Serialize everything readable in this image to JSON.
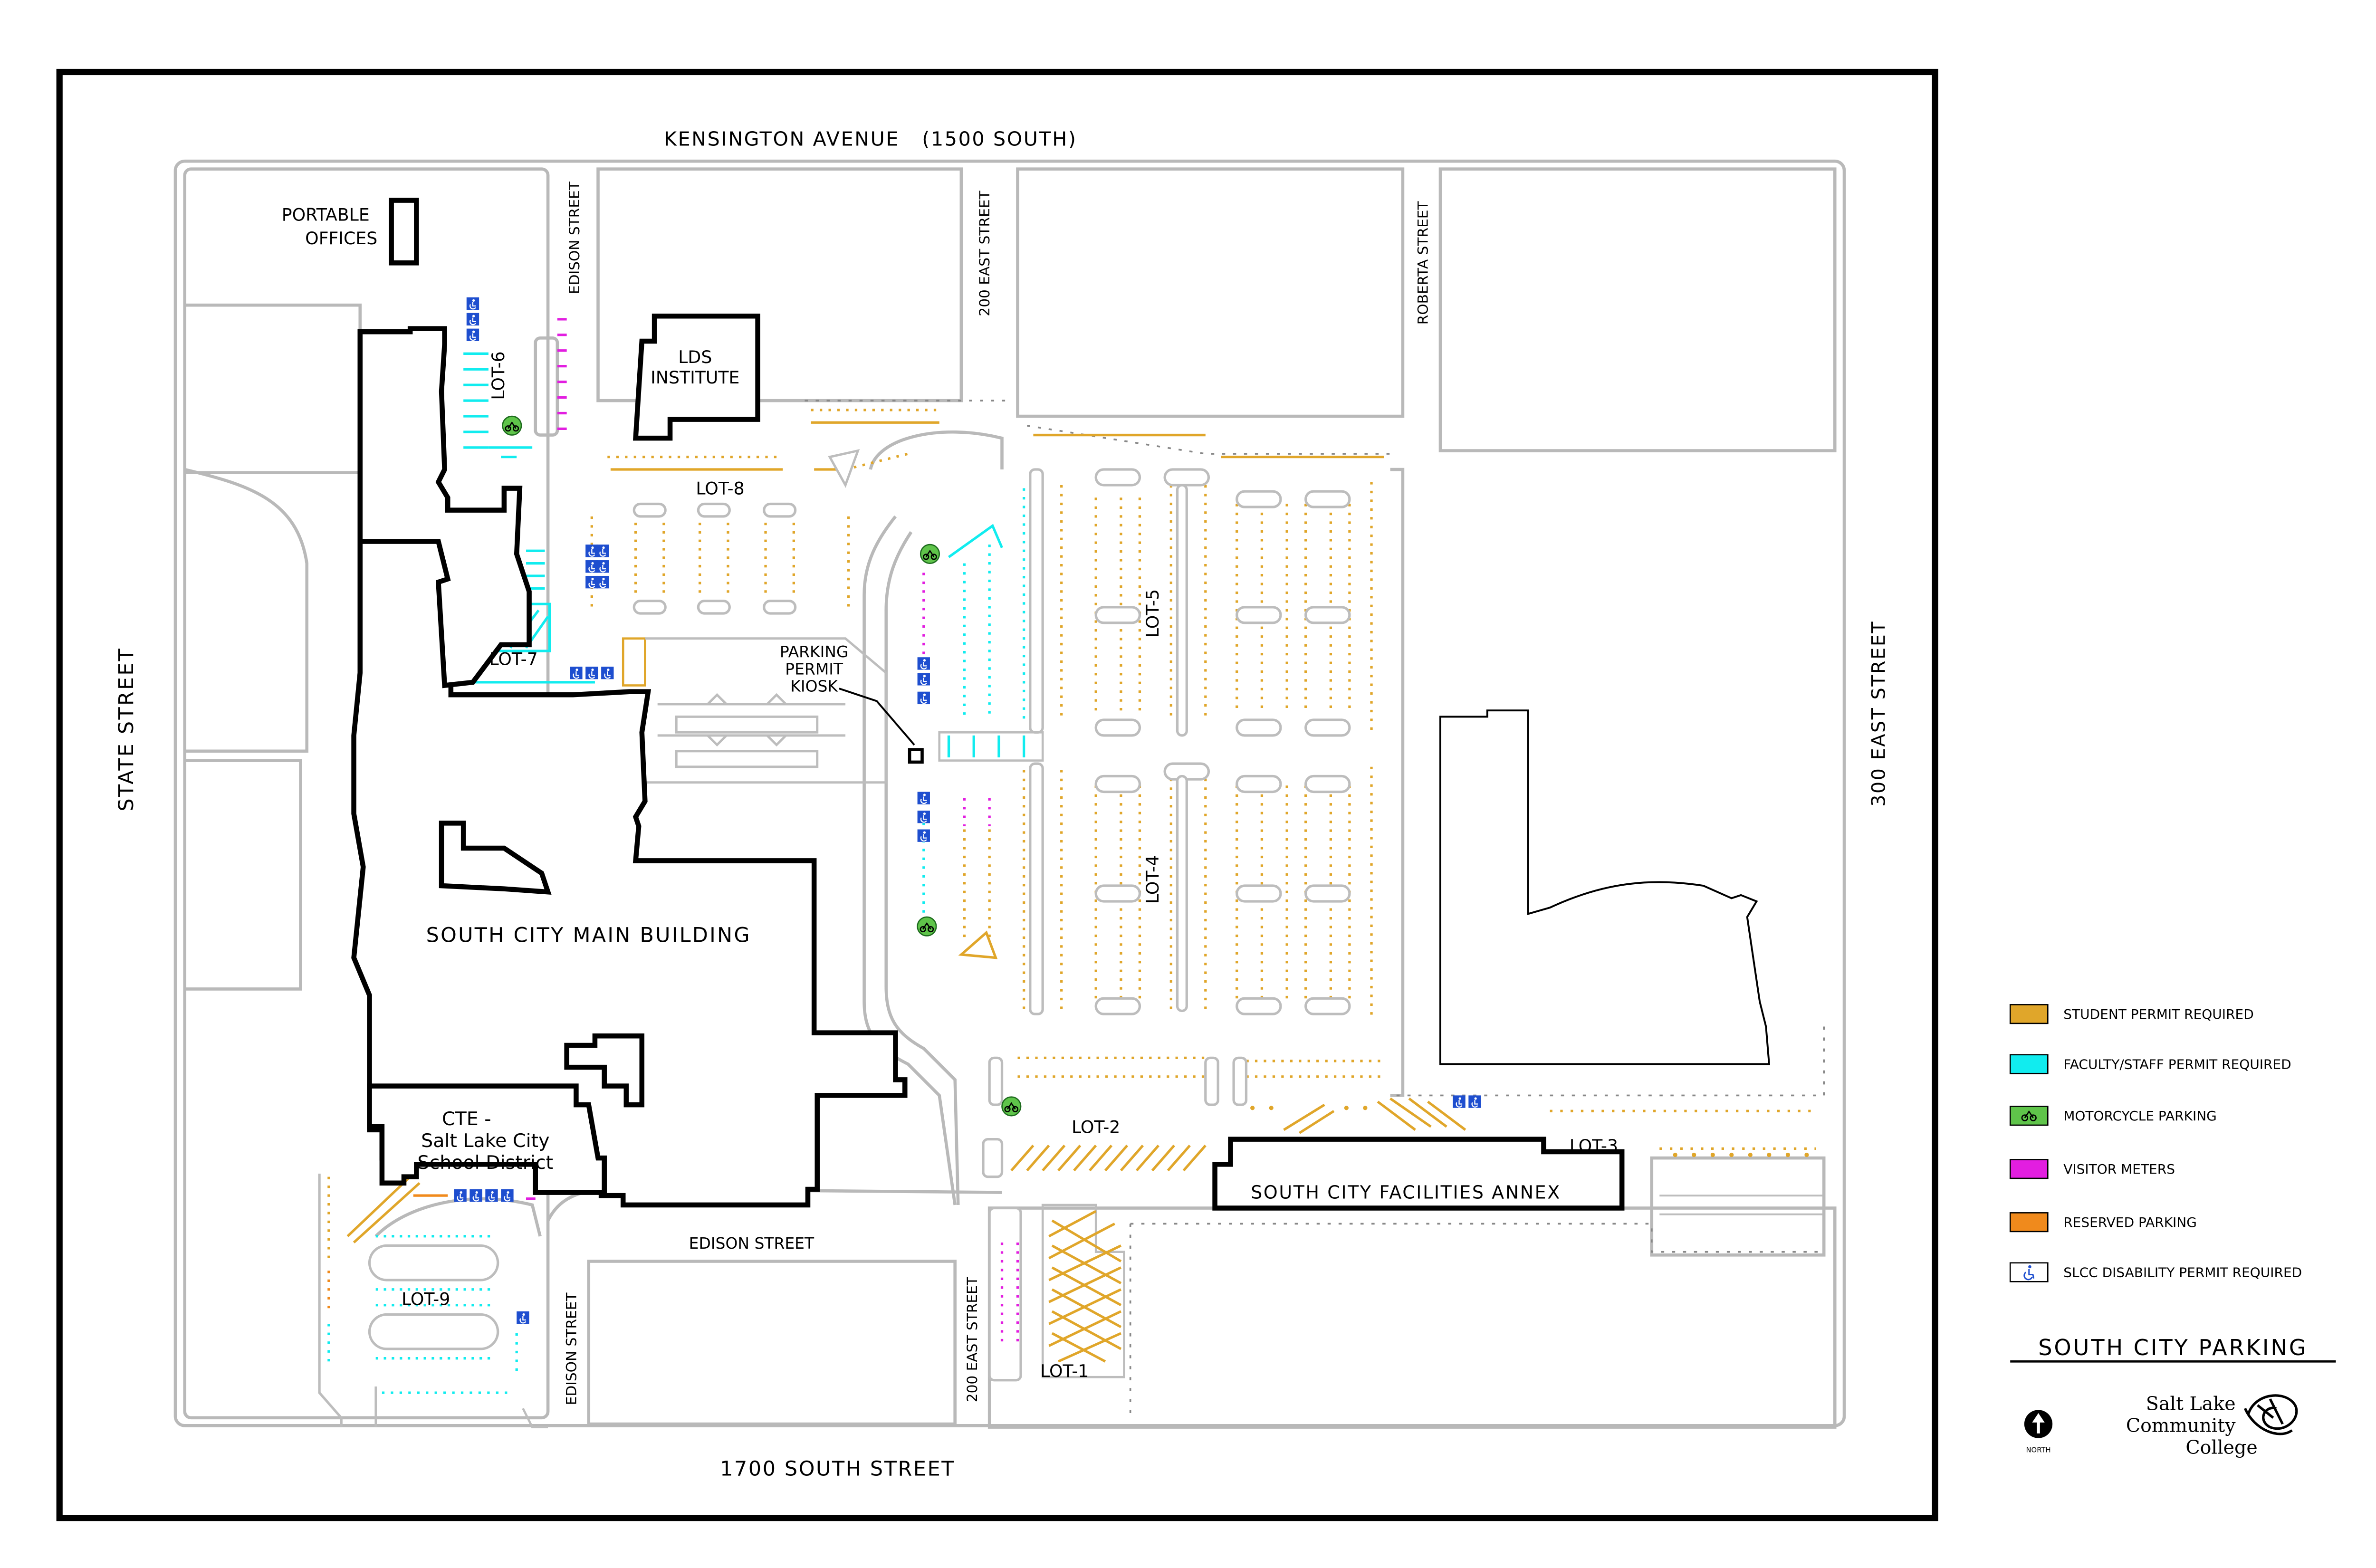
{
  "map": {
    "title": "SOUTH CITY PARKING",
    "streets": {
      "north": "KENSINGTON AVENUE   (1500 SOUTH)",
      "south": "1700 SOUTH STREET",
      "west": "STATE STREET",
      "east": "300 EAST STREET",
      "edison_north": "EDISON STREET",
      "edison_middle": "EDISON STREET",
      "edison_south": "EDISON STREET",
      "e200_north": "200 EAST STREET",
      "e200_south": "200 EAST STREET",
      "roberta": "ROBERTA STREET"
    },
    "buildings": {
      "portable_line1": "PORTABLE",
      "portable_line2": "OFFICES",
      "lds_line1": "LDS",
      "lds_line2": "INSTITUTE",
      "main": "SOUTH CITY MAIN BUILDING",
      "cte_line1": "CTE -",
      "cte_line2": "Salt Lake City",
      "cte_line3": "School District",
      "annex": "SOUTH CITY FACILITIES ANNEX"
    },
    "kiosk_line1": "PARKING",
    "kiosk_line2": "PERMIT",
    "kiosk_line3": "KIOSK",
    "lots": {
      "lot1": "LOT-1",
      "lot2": "LOT-2",
      "lot3": "LOT-3",
      "lot4": "LOT-4",
      "lot5": "LOT-5",
      "lot6": "LOT-6",
      "lot7": "LOT-7",
      "lot8": "LOT-8",
      "lot9": "LOT-9"
    }
  },
  "legend": {
    "items": [
      {
        "label": "STUDENT PERMIT REQUIRED",
        "color": "#e0a62a"
      },
      {
        "label": "FACULTY/STAFF PERMIT REQUIRED",
        "color": "#11ecef"
      },
      {
        "label": "MOTORCYCLE PARKING",
        "color": "#5fc44a",
        "icon": "motorcycle-icon"
      },
      {
        "label": "VISITOR METERS",
        "color": "#e21ee0"
      },
      {
        "label": "RESERVED PARKING",
        "color": "#f08a1c"
      },
      {
        "label": "SLCC DISABILITY PERMIT REQUIRED",
        "color": "#ffffff",
        "icon": "wheelchair-icon"
      }
    ]
  },
  "north_arrow": "NORTH",
  "logo": {
    "line1": "Salt Lake",
    "line2": "Community",
    "line3": "College"
  }
}
